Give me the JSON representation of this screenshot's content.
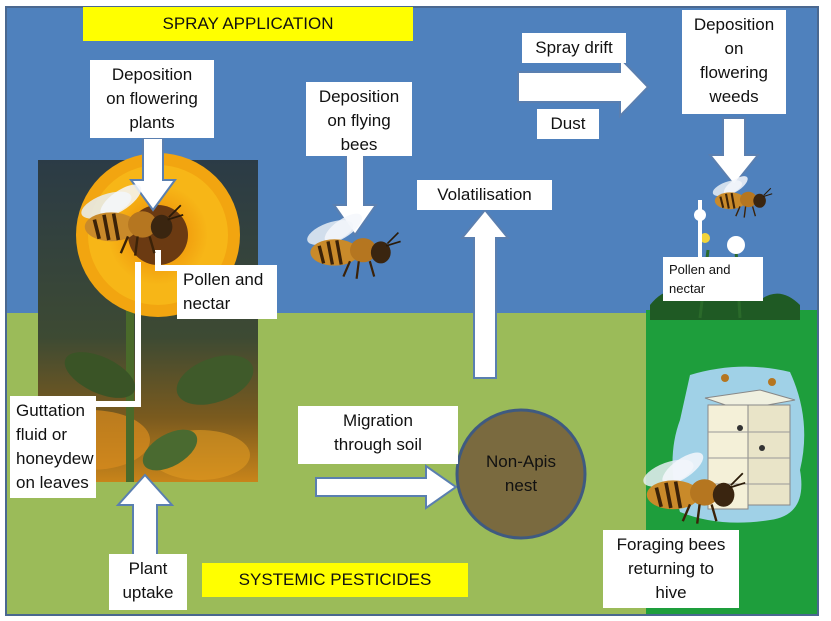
{
  "banners": {
    "spray": "SPRAY APPLICATION",
    "systemic": "SYSTEMIC PESTICIDES"
  },
  "labels": {
    "deposition_flowering_plants": "Deposition\non flowering\nplants",
    "deposition_flying_bees": "Deposition\non flying\nbees",
    "spray_drift": "Spray drift",
    "dust": "Dust",
    "deposition_flowering_weeds": "Deposition\non\nflowering\nweeds",
    "volatilisation": "Volatilisation",
    "pollen_nectar_main": "Pollen and\nnectar",
    "pollen_nectar_weeds": "Pollen and\nnectar",
    "guttation": "Guttation\nfluid or\nhoneydew\non leaves",
    "migration": "Migration\nthrough soil",
    "non_apis_nest": "Non-Apis\nnest",
    "plant_uptake": "Plant\nuptake",
    "foraging_bees": "Foraging bees\nreturning to\nhive"
  },
  "colors": {
    "sky": "#4f81bd",
    "ground": "#9bbb59",
    "hive_area": "#1e9e3c",
    "banner": "#ffff00",
    "nest": "#7a6a3f",
    "arrow_fill": "#ffffff",
    "arrow_stroke": "#5a7fb0"
  },
  "icons": [
    "bee-icon",
    "sunflower-image",
    "beehive-icon",
    "dandelion-icon"
  ]
}
